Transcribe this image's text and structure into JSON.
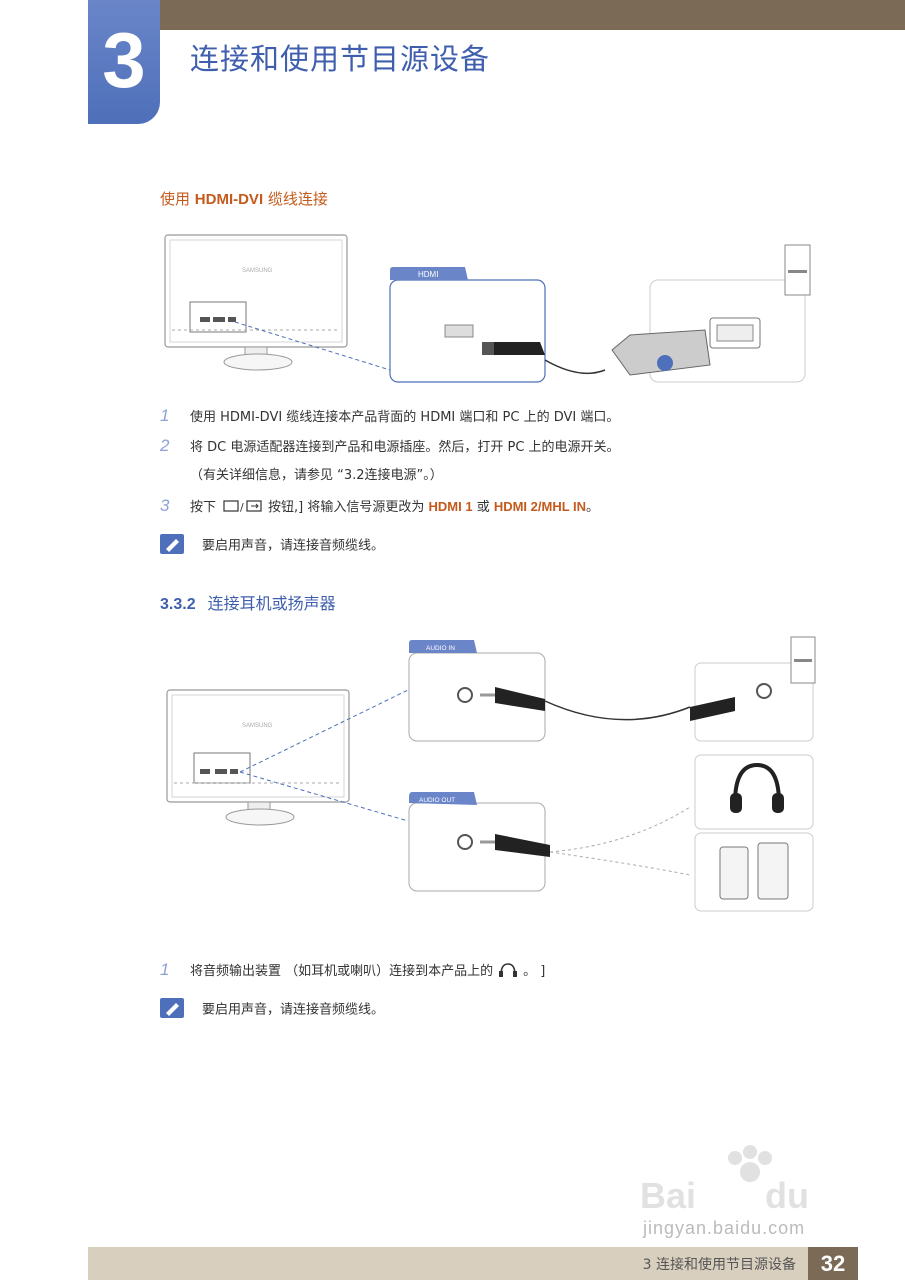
{
  "chapter": {
    "number": "3",
    "title": "连接和使用节目源设备"
  },
  "hdmi_dvi": {
    "subhead_prefix": "使用 ",
    "subhead_bold": "HDMI-DVI",
    "subhead_suffix": " 缆线连接",
    "figure_tab": "HDMI",
    "steps": [
      {
        "num": "1",
        "text": "使用 HDMI-DVI 缆线连接本产品背面的 HDMI 端口和 PC 上的 DVI 端口。"
      },
      {
        "num": "2",
        "text": "将 DC 电源适配器连接到产品和电源插座。然后，打开 PC 上的电源开关。",
        "text2": "（有关详细信息，请参见 “3.2连接电源”。）"
      },
      {
        "num": "3",
        "pre": "按下",
        "mid": "按钮,] 将输入信号源更改为 ",
        "hl1": "HDMI 1",
        "or": " 或 ",
        "hl2": "HDMI 2/MHL IN",
        "end": "。"
      }
    ],
    "note": "要启用声音，请连接音频缆线。"
  },
  "section": {
    "number": "3.3.2",
    "title": "连接耳机或扬声器"
  },
  "audio": {
    "tab_in": "AUDIO IN",
    "tab_out": "AUDIO OUT",
    "step": {
      "num": "1",
      "pre": "将音频输出装置 （如耳机或喇叭）连接到本产品上的",
      "post": "。 ]"
    },
    "note": "要启用声音，请连接音频缆线。"
  },
  "footer": {
    "label": "3 连接和使用节目源设备",
    "page": "32"
  },
  "watermark": {
    "text": "jingyan.baidu.com"
  },
  "colors": {
    "accent_blue": "#3f5fae",
    "accent_orange": "#c45a1c",
    "bar_brown": "#7b6a55"
  }
}
